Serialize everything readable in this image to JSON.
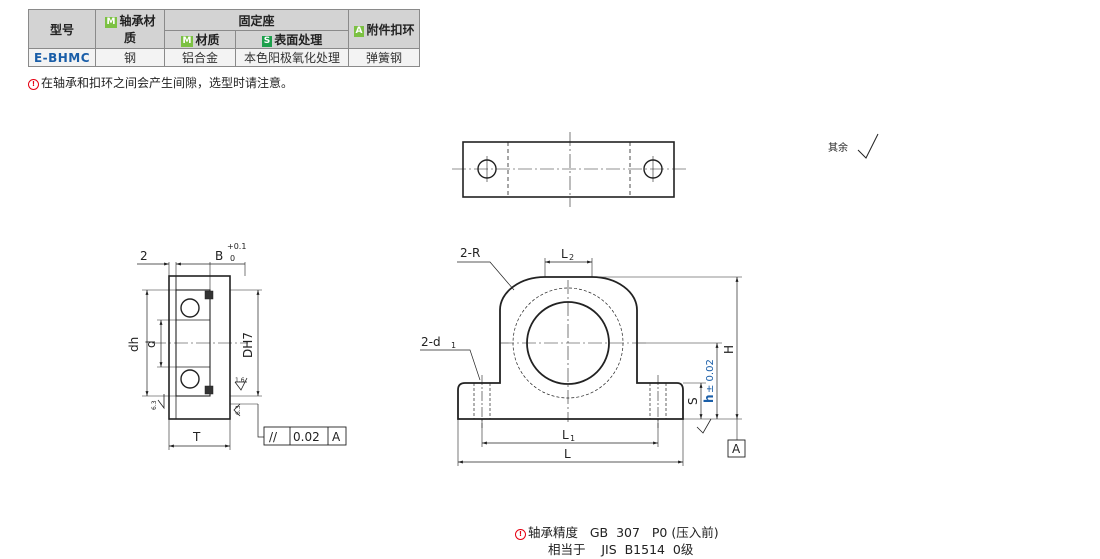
{
  "table": {
    "h_model": "型号",
    "h_bearing_material": "轴承材质",
    "h_fixed_seat": "固定座",
    "h_accessory_ring": "附件扣环",
    "h_material": "材质",
    "h_surface": "表面处理",
    "tag_m": "M",
    "tag_s": "S",
    "tag_a": "A",
    "row_model": "E-BHMC",
    "row_bearing": "钢",
    "row_material": "铝合金",
    "row_surface": "本色阳极氧化处理",
    "row_ring": "弹簧钢"
  },
  "note_icon": "warning-icon",
  "note": "在轴承和扣环之间会产生间隙，选型时请注意。",
  "roughness_other": "其余",
  "dims": {
    "two": "2",
    "B": "B",
    "B_tol_upper": "+0.1",
    "B_tol_lower": "0",
    "dh": "dh",
    "d": "d",
    "DH7": "DH7",
    "rough_1_6": "1.6",
    "rough_6_3a": "6.3",
    "rough_6_3b": "6.3",
    "T": "T",
    "par_symbol": "//",
    "par_value": "0.02",
    "par_datum": "A",
    "two_R": "2-R",
    "L2": "L",
    "L2_sub": "2",
    "two_d1": "2-d",
    "two_d1_sub": "1",
    "H": "H",
    "h": "h",
    "h_tol": "± 0.02",
    "S": "S",
    "L1": "L",
    "L1_sub": "1",
    "L": "L",
    "datum_A": "A"
  },
  "footer": {
    "icon": "warning-icon",
    "line1": "轴承精度   GB  307   P0 (压入前)",
    "line2": "相当于    JIS  B1514  0级"
  },
  "colors": {
    "header_bg": "#d3d3d3",
    "cell_bg": "#f3f3f3",
    "model_blue": "#1a5ea8",
    "tag_green": "#7cc143",
    "tag_dark_green": "#1da04c",
    "warning_red": "#e60012",
    "h_blue": "#1a5ea8"
  }
}
